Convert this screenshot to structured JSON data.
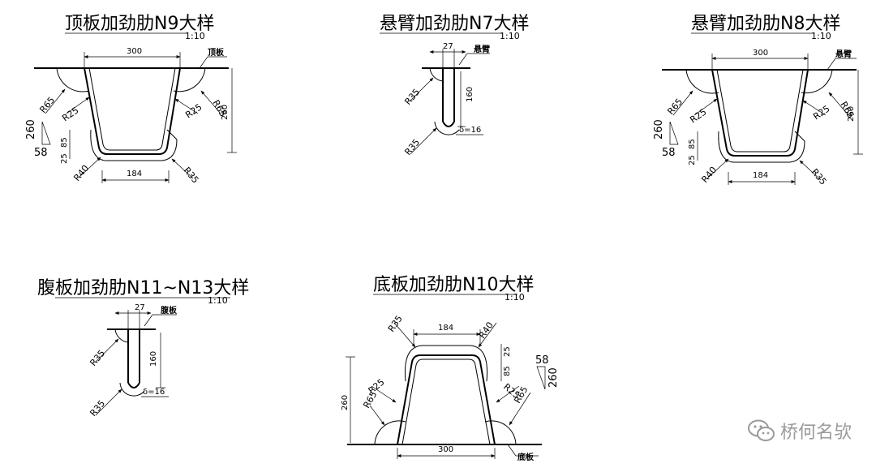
{
  "details": [
    {
      "id": "n9",
      "title": "顶板加劲肋N9大样",
      "scale": "1:10",
      "plate_label": "顶板",
      "dims": {
        "top_width": "300",
        "bottom_width": "184",
        "height": "260",
        "h85": "85",
        "h25": "25",
        "slope_a": "260",
        "slope_b": "58"
      },
      "radii": {
        "r65_left": "R65",
        "r65_right": "R65",
        "r25_left": "R25",
        "r25_right": "R25",
        "r40": "R40",
        "r35": "R35"
      }
    },
    {
      "id": "n7",
      "title": "悬臂加劲肋N7大样",
      "scale": "1:10",
      "plate_label": "悬臂",
      "dims": {
        "width": "27",
        "height": "160",
        "thickness": "δ=16"
      },
      "radii": {
        "r_top": "R35",
        "r_bottom": "R35"
      }
    },
    {
      "id": "n8",
      "title": "悬臂加劲肋N8大样",
      "scale": "1:10",
      "plate_label": "悬臂",
      "dims": {
        "top_width": "300",
        "bottom_width": "184",
        "height": "260",
        "h85": "85",
        "h25": "25",
        "slope_a": "260",
        "slope_b": "58"
      },
      "radii": {
        "r65_left": "R65",
        "r65_right": "R65",
        "r25_left": "R25",
        "r25_right": "R25",
        "r40": "R40",
        "r35": "R35"
      }
    },
    {
      "id": "n11",
      "title": "腹板加劲肋N11~N13大样",
      "scale": "1:10",
      "plate_label": "腹板",
      "dims": {
        "width": "27",
        "height": "160",
        "thickness": "δ=16"
      },
      "radii": {
        "r_top": "R35",
        "r_bottom": "R35"
      }
    },
    {
      "id": "n10",
      "title": "底板加劲肋N10大样",
      "scale": "1:10",
      "plate_label": "底板",
      "dims": {
        "top_width": "184",
        "bottom_width": "300",
        "height": "260",
        "h85": "85",
        "h25": "25",
        "slope_a": "260",
        "slope_b": "58"
      },
      "radii": {
        "r35": "R35",
        "r40": "R40",
        "r25_left": "R25",
        "r25_right": "R25",
        "r65_left": "R65",
        "r65_right": "R65"
      }
    }
  ],
  "watermark": {
    "text": "桥何名欤",
    "icon": "wechat-icon"
  }
}
